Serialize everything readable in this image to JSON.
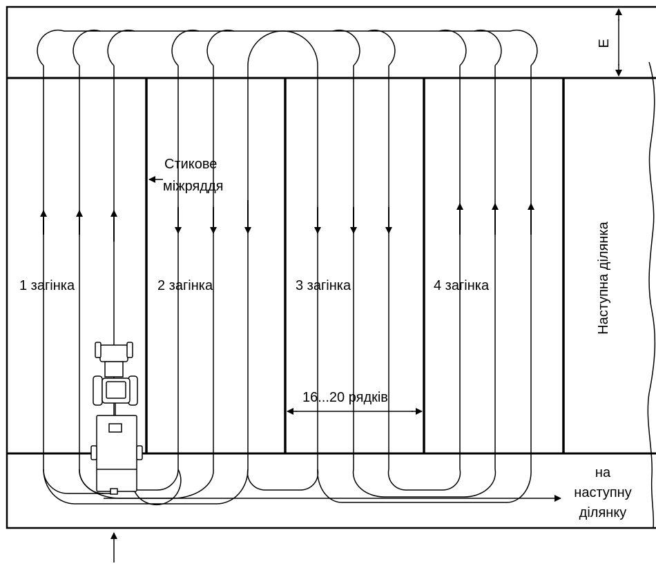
{
  "labels": {
    "zagonka_1": "1 загінка",
    "zagonka_2": "2 загінка",
    "zagonka_3": "3 загінка",
    "zagonka_4": "4 загінка",
    "butt_row_line1": "Стикове",
    "butt_row_line2": "міжряддя",
    "rows_width": "16...20 рядків",
    "next_plot": "Наступна ділянка",
    "to_next_line1": "на",
    "to_next_line2": "наступну",
    "to_next_line3": "ділянку",
    "headland_width": "Е"
  },
  "colors": {
    "line": "#000000",
    "background": "#ffffff"
  },
  "elements": {
    "tractor": "tractor-with-planter-icon"
  }
}
